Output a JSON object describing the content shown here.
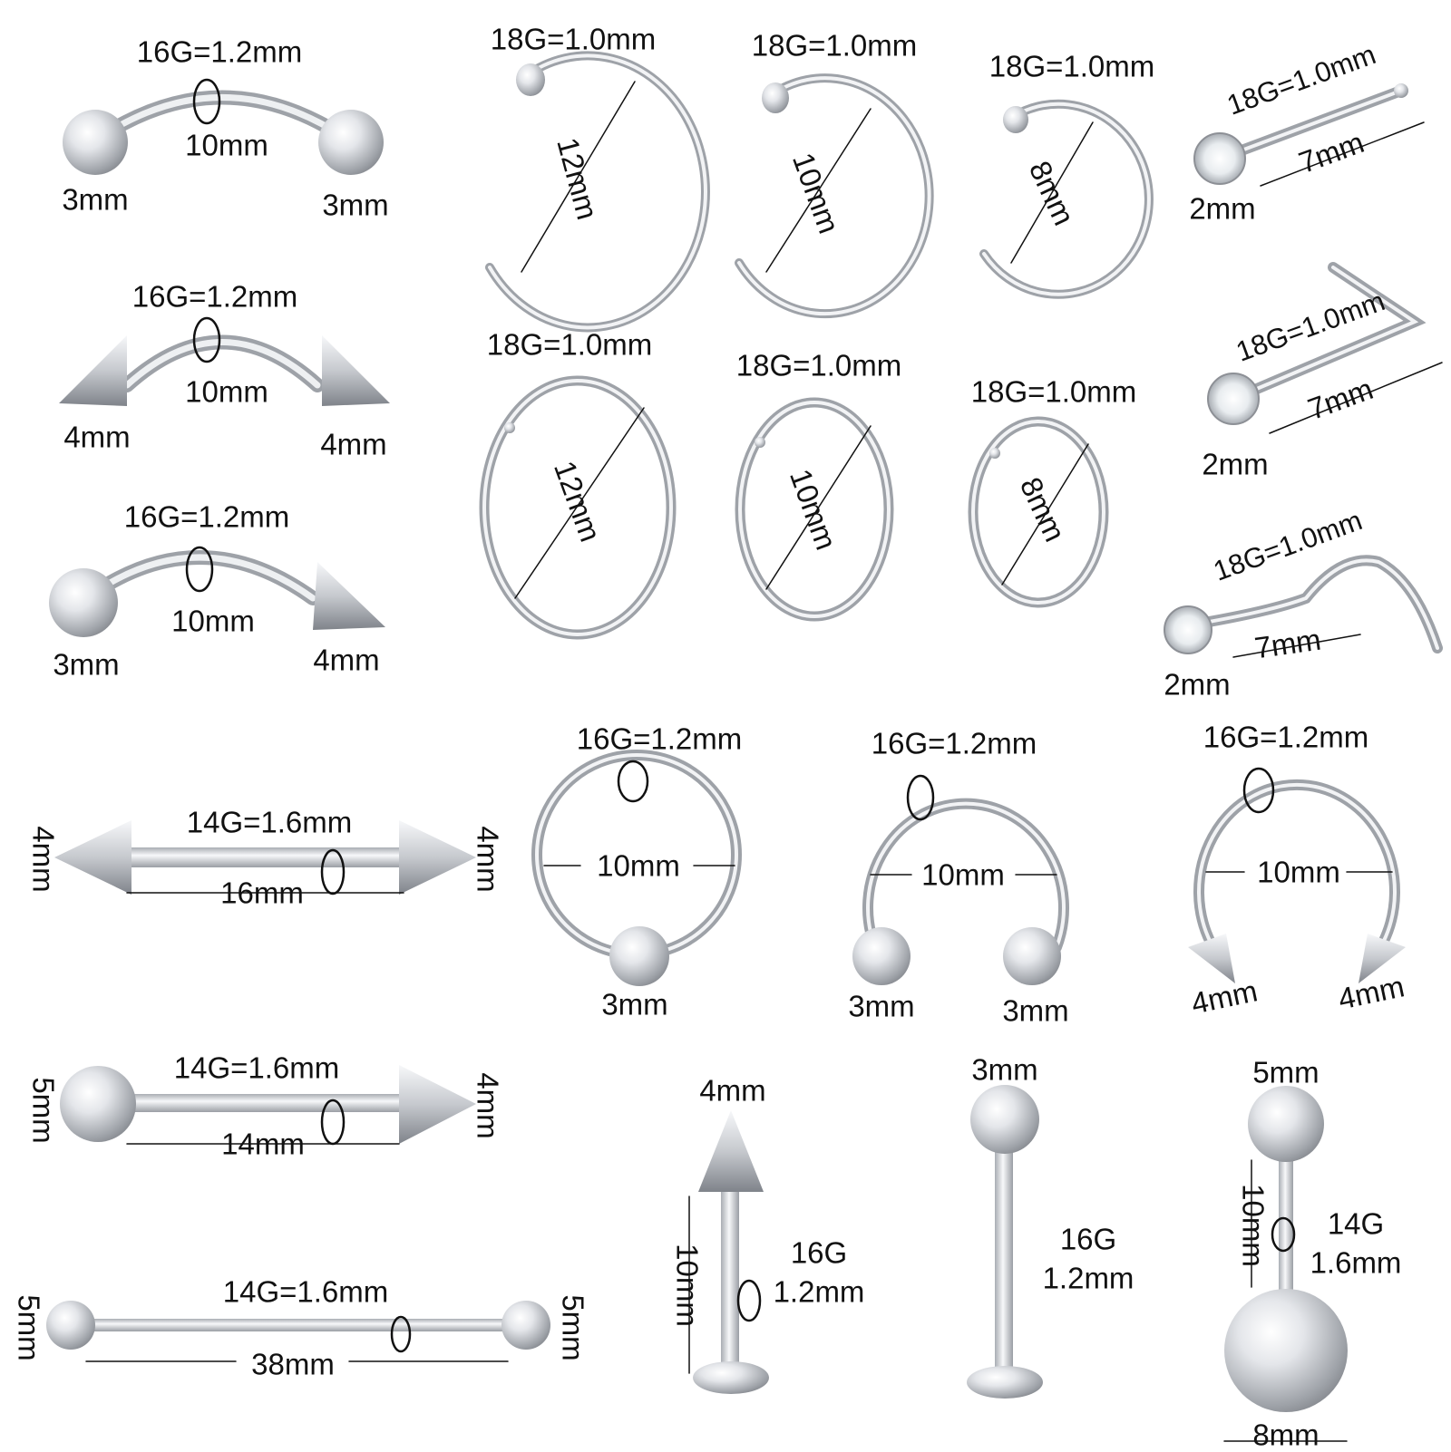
{
  "colors": {
    "metal_light": "#f4f5f7",
    "metal_mid": "#c9ccd1",
    "metal_dark": "#8d9096",
    "line": "#222222",
    "background": "#ffffff"
  },
  "pieces": [
    {
      "type": "curved-barbell",
      "gauge": "16G=1.2mm",
      "length": "10mm",
      "left_end": "3mm",
      "right_end": "3mm"
    },
    {
      "type": "curved-barbell-spikes",
      "gauge": "16G=1.2mm",
      "length": "10mm",
      "left_end": "4mm",
      "right_end": "4mm"
    },
    {
      "type": "curved-barbell-ball-spike",
      "gauge": "16G=1.2mm",
      "length": "10mm",
      "left_end": "3mm",
      "right_end": "4mm"
    },
    {
      "type": "nose-hoop-open",
      "gauge": "18G=1.0mm",
      "diameter": "12mm"
    },
    {
      "type": "nose-hoop-open",
      "gauge": "18G=1.0mm",
      "diameter": "10mm"
    },
    {
      "type": "nose-hoop-open",
      "gauge": "18G=1.0mm",
      "diameter": "8mm"
    },
    {
      "type": "nose-hoop-ring",
      "gauge": "18G=1.0mm",
      "diameter": "12mm"
    },
    {
      "type": "nose-hoop-ring",
      "gauge": "18G=1.0mm",
      "diameter": "10mm"
    },
    {
      "type": "nose-hoop-ring",
      "gauge": "18G=1.0mm",
      "diameter": "8mm"
    },
    {
      "type": "nose-stud-straight",
      "gauge": "18G=1.0mm",
      "length": "7mm",
      "gem": "2mm"
    },
    {
      "type": "nose-stud-l-shape",
      "gauge": "18G=1.0mm",
      "length": "7mm",
      "gem": "2mm"
    },
    {
      "type": "nose-stud-screw",
      "gauge": "18G=1.0mm",
      "length": "7mm",
      "gem": "2mm"
    },
    {
      "type": "straight-barbell-spikes",
      "gauge": "14G=1.6mm",
      "length": "16mm",
      "left_end": "4mm",
      "right_end": "4mm"
    },
    {
      "type": "captive-bead-ring",
      "gauge": "16G=1.2mm",
      "diameter": "10mm",
      "bead": "3mm"
    },
    {
      "type": "horseshoe-balls",
      "gauge": "16G=1.2mm",
      "diameter": "10mm",
      "left_end": "3mm",
      "right_end": "3mm"
    },
    {
      "type": "horseshoe-spikes",
      "gauge": "16G=1.2mm",
      "diameter": "10mm",
      "left_end": "4mm",
      "right_end": "4mm"
    },
    {
      "type": "straight-barbell-ball-spike",
      "gauge": "14G=1.6mm",
      "length": "14mm",
      "left_end": "5mm",
      "right_end": "4mm"
    },
    {
      "type": "industrial-barbell",
      "gauge": "14G=1.6mm",
      "length": "38mm",
      "left_end": "5mm",
      "right_end": "5mm"
    },
    {
      "type": "labret-spike",
      "top": "4mm",
      "length": "10mm",
      "gauge_line1": "16G",
      "gauge_line2": "1.2mm"
    },
    {
      "type": "labret-ball",
      "top": "3mm",
      "gauge_line1": "16G",
      "gauge_line2": "1.2mm"
    },
    {
      "type": "belly-ring",
      "top": "5mm",
      "length": "10mm",
      "bottom": "8mm",
      "gauge_line1": "14G",
      "gauge_line2": "1.6mm"
    }
  ]
}
